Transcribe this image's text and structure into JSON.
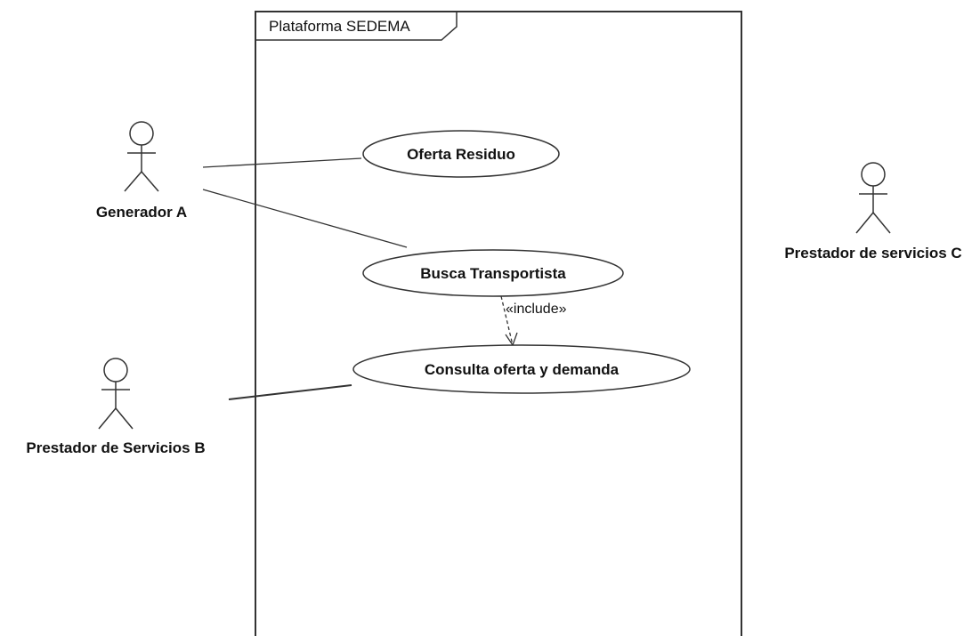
{
  "system": {
    "label": "Plataforma SEDEMA"
  },
  "actors": {
    "a": {
      "label": "Generador A"
    },
    "b": {
      "label": "Prestador de Servicios B"
    },
    "c": {
      "label": "Prestador de servicios C"
    }
  },
  "use_cases": {
    "oferta": {
      "label": "Oferta Residuo"
    },
    "busca": {
      "label": "Busca Transportista"
    },
    "consulta": {
      "label": "Consulta oferta y demanda"
    }
  },
  "relations": {
    "include": {
      "label": "«include»"
    }
  }
}
